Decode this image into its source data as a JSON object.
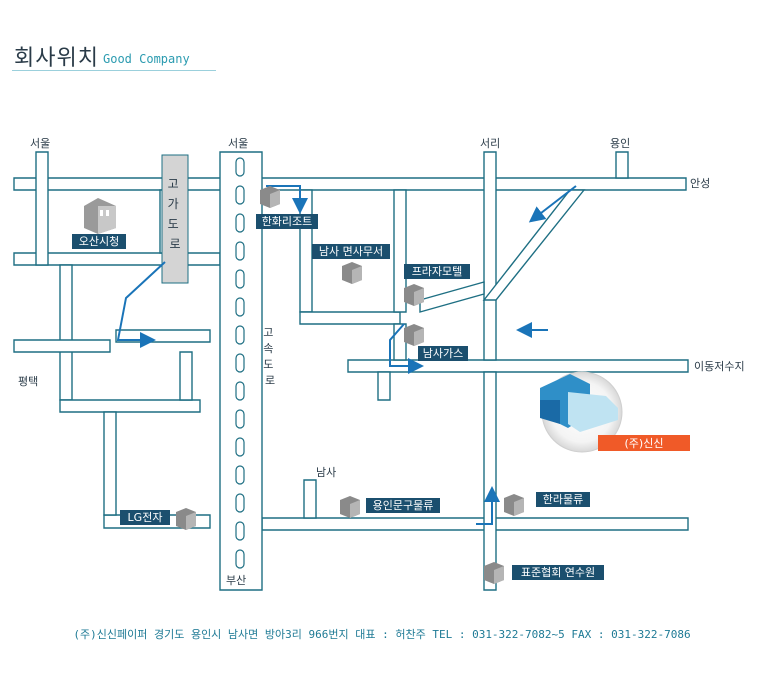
{
  "header": {
    "title": "회사위치",
    "subtitle": "Good Company"
  },
  "places": {
    "seoul_left": "서울",
    "seoul_center": "서울",
    "seori": "서리",
    "yongin": "용인",
    "anseong": "안성",
    "pyeongtaek": "평택",
    "idong": "이동저수지",
    "namsa": "남사",
    "busan": "부산",
    "elevated": "고가도로",
    "highway": "고속도로"
  },
  "labels": {
    "osan": "오산시청",
    "hanwha": "한화리조트",
    "namsa_office": "남사 면사무서",
    "plaza": "프라자모텔",
    "namsa_gas": "남사가스",
    "company": "(주)신신",
    "yongin_logistics": "용인문구물류",
    "halla": "한라물류",
    "lg": "LG전자",
    "standards": "표준협회 연수원"
  },
  "footer": {
    "text": "(주)신신페이퍼 경기도 용인시 남사면 방아3리 966번지 대표 : 허찬주 TEL : 031-322-7082~5 FAX : 031-322-7086"
  },
  "colors": {
    "road": "#1e6f83",
    "label_bg": "#1b4f6e",
    "highlight": "#f05a28",
    "arrow": "#1a74b8"
  }
}
